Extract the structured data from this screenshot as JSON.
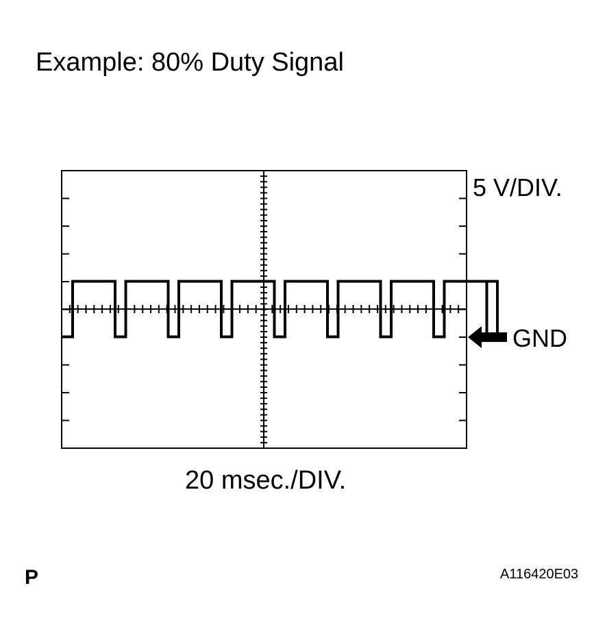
{
  "title": "Example: 80% Duty Signal",
  "scope": {
    "voltage_scale": "5 V/DIV.",
    "time_scale": "20 msec./DIV.",
    "ground_label": "GND",
    "duty_cycle_percent": 80,
    "grid": {
      "vertical_divisions": 10,
      "horizontal_divisions": 10
    },
    "waveform": {
      "high_divisions_above_gnd": 2,
      "low_divisions_above_gnd": 0,
      "low_pulses_visible": 8
    }
  },
  "footer": {
    "page_letter": "P",
    "figure_id": "A116420E03"
  }
}
